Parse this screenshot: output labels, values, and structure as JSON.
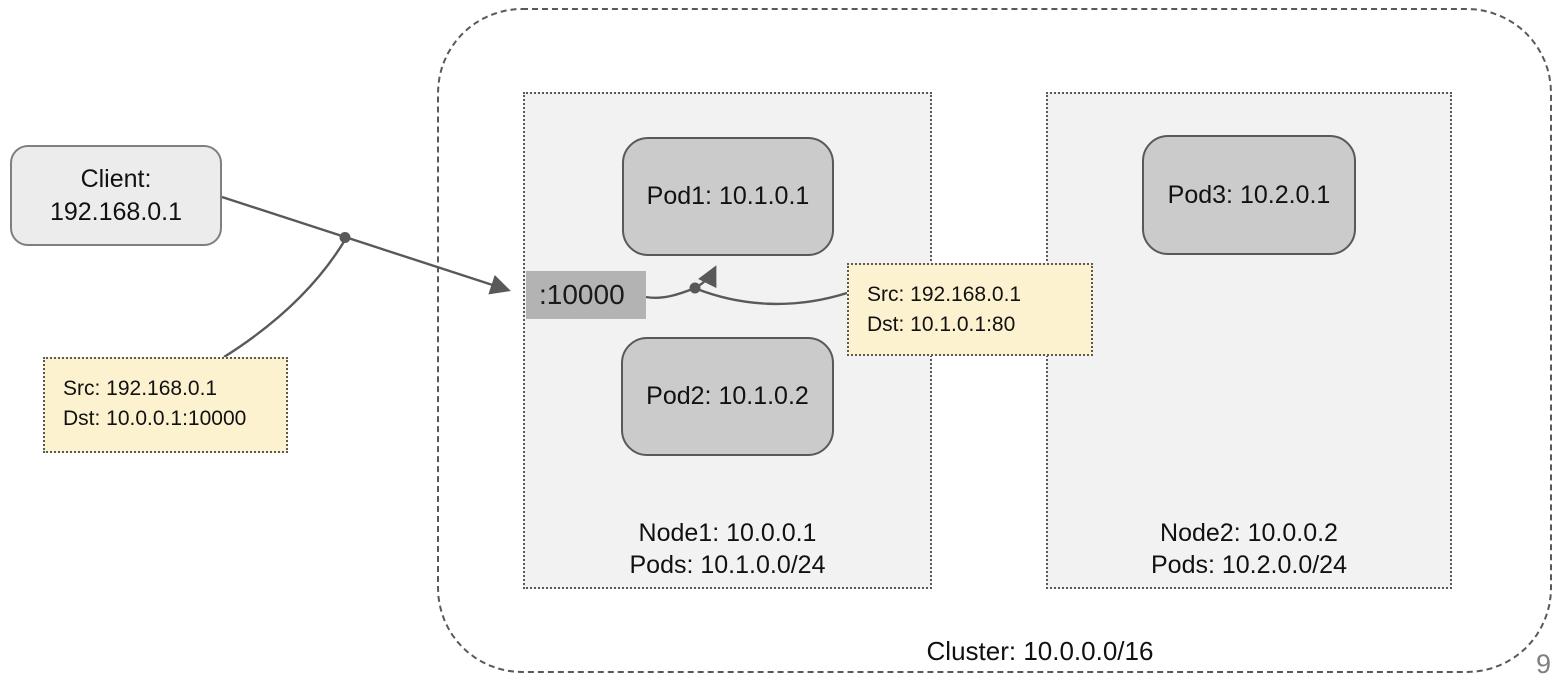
{
  "client": {
    "line1": "Client:",
    "line2": "192.168.0.1"
  },
  "port_label": ":10000",
  "notes": [
    {
      "line1": "Src: 192.168.0.1",
      "line2": "Dst: 10.0.0.1:10000"
    },
    {
      "line1": "Src: 192.168.0.1",
      "line2": "Dst: 10.1.0.1:80"
    }
  ],
  "nodes": [
    {
      "pods": [
        {
          "label": "Pod1: 10.1.0.1"
        },
        {
          "label": "Pod2: 10.1.0.2"
        }
      ],
      "label_line1": "Node1: 10.0.0.1",
      "label_line2": "Pods: 10.1.0.0/24"
    },
    {
      "pods": [
        {
          "label": "Pod3: 10.2.0.1"
        }
      ],
      "label_line1": "Node2: 10.0.0.2",
      "label_line2": "Pods: 10.2.0.0/24"
    }
  ],
  "cluster": {
    "label": "Cluster: 10.0.0.0/16"
  },
  "page_number": "9",
  "colors": {
    "connector": "#595959",
    "note_fill": "#fdf2d0",
    "node_fill": "#f2f2f2",
    "pod_fill": "#cbcbcb",
    "client_fill": "#ececec",
    "port_fill": "#b3b3b3",
    "cluster_border": "#595959",
    "page_number_text": "#808080"
  }
}
